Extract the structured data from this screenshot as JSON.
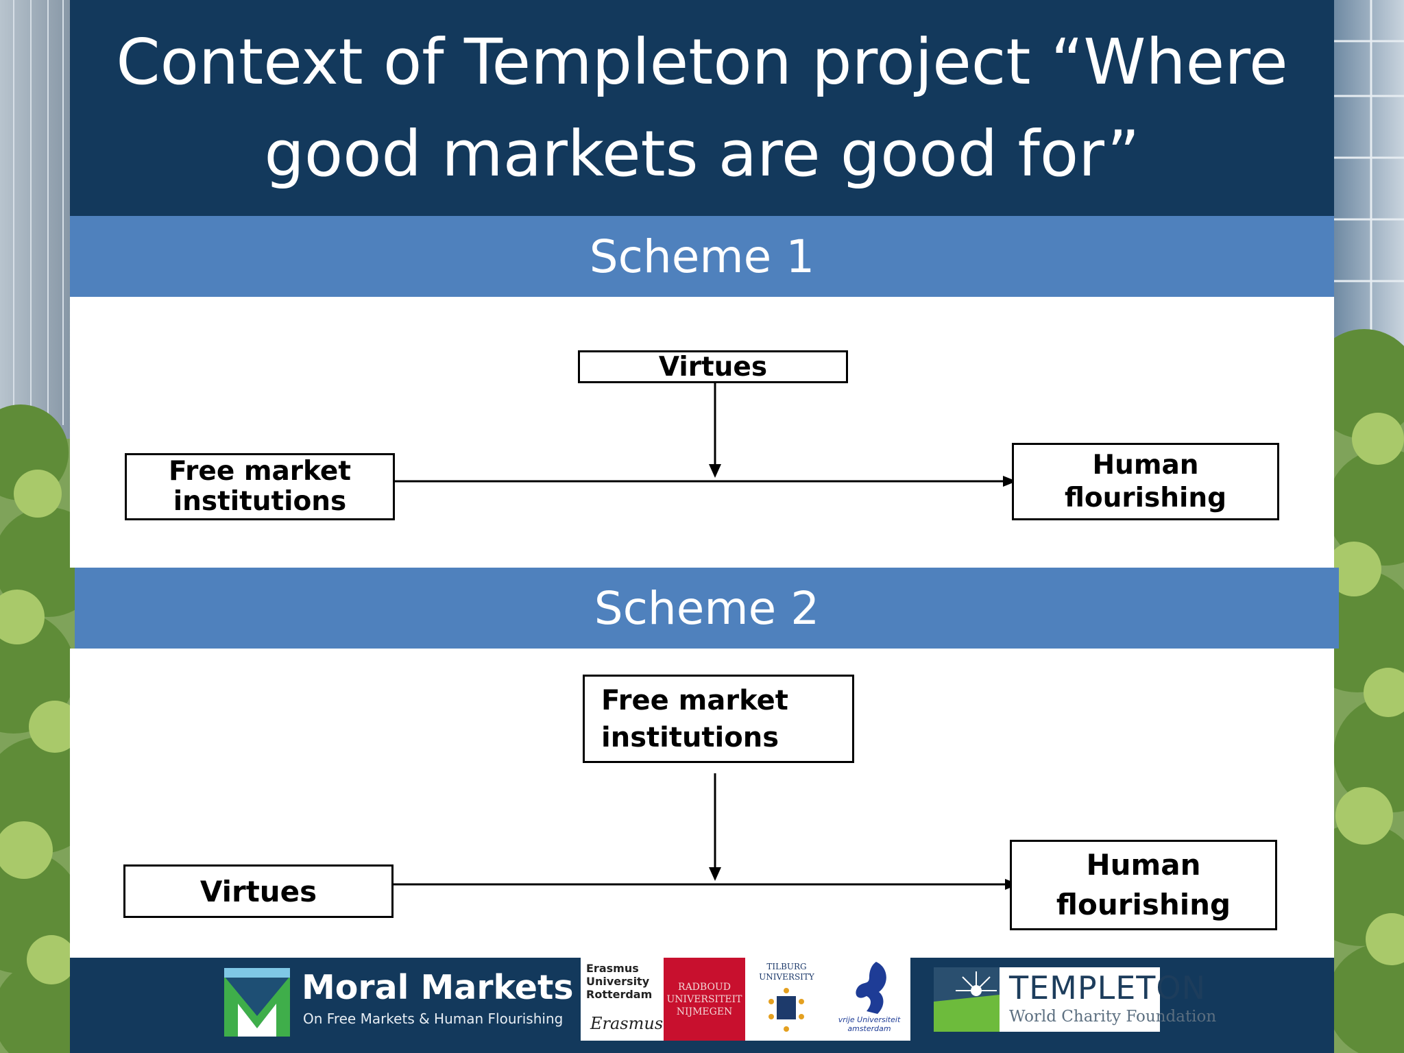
{
  "slide": {
    "title": "Context of Templeton project “Where good markets are good for”"
  },
  "scheme1": {
    "heading": "Scheme 1",
    "moderator": "Virtues",
    "source": "Free market institutions",
    "target": "Human flourishing"
  },
  "scheme2": {
    "heading": "Scheme 2",
    "moderator": "Free market institutions",
    "source": "Virtues",
    "target": "Human flourishing"
  },
  "footer": {
    "moral_markets": {
      "name": "Moral Markets",
      "tagline": "On Free Markets & Human Flourishing"
    },
    "erasmus": {
      "lines": [
        "Erasmus",
        "University",
        "Rotterdam"
      ],
      "signature": "Erasmus"
    },
    "radboud": {
      "lines": [
        "RADBOUD",
        "UNIVERSITEIT",
        "NIJMEGEN"
      ]
    },
    "tilburg": {
      "lines": [
        "TILBURG",
        "UNIVERSITY"
      ]
    },
    "vu": {
      "lines": [
        "vrije Universiteit",
        "amsterdam"
      ]
    },
    "templeton": {
      "name": "TEMPLETON",
      "subtitle": "World Charity Foundation"
    }
  },
  "colors": {
    "title_bar": "#13395c",
    "scheme_bar": "#4f81bd"
  }
}
